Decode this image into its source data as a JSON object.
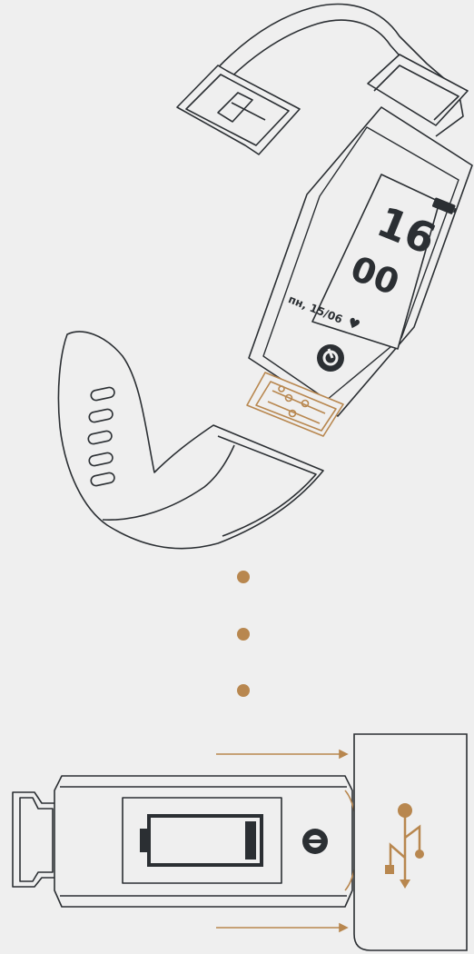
{
  "screen": {
    "hour": "16",
    "minute": "00",
    "date": "пн, 15/06"
  },
  "icons": {
    "power": "power-button-icon",
    "battery_screen": "battery-icon",
    "heart": "heart-icon",
    "usb": "usb-icon",
    "charge_battery": "battery-charging-icon"
  },
  "colors": {
    "background": "#efefef",
    "line": "#2b2f33",
    "accent": "#b8874f"
  },
  "progress_dots": 3
}
